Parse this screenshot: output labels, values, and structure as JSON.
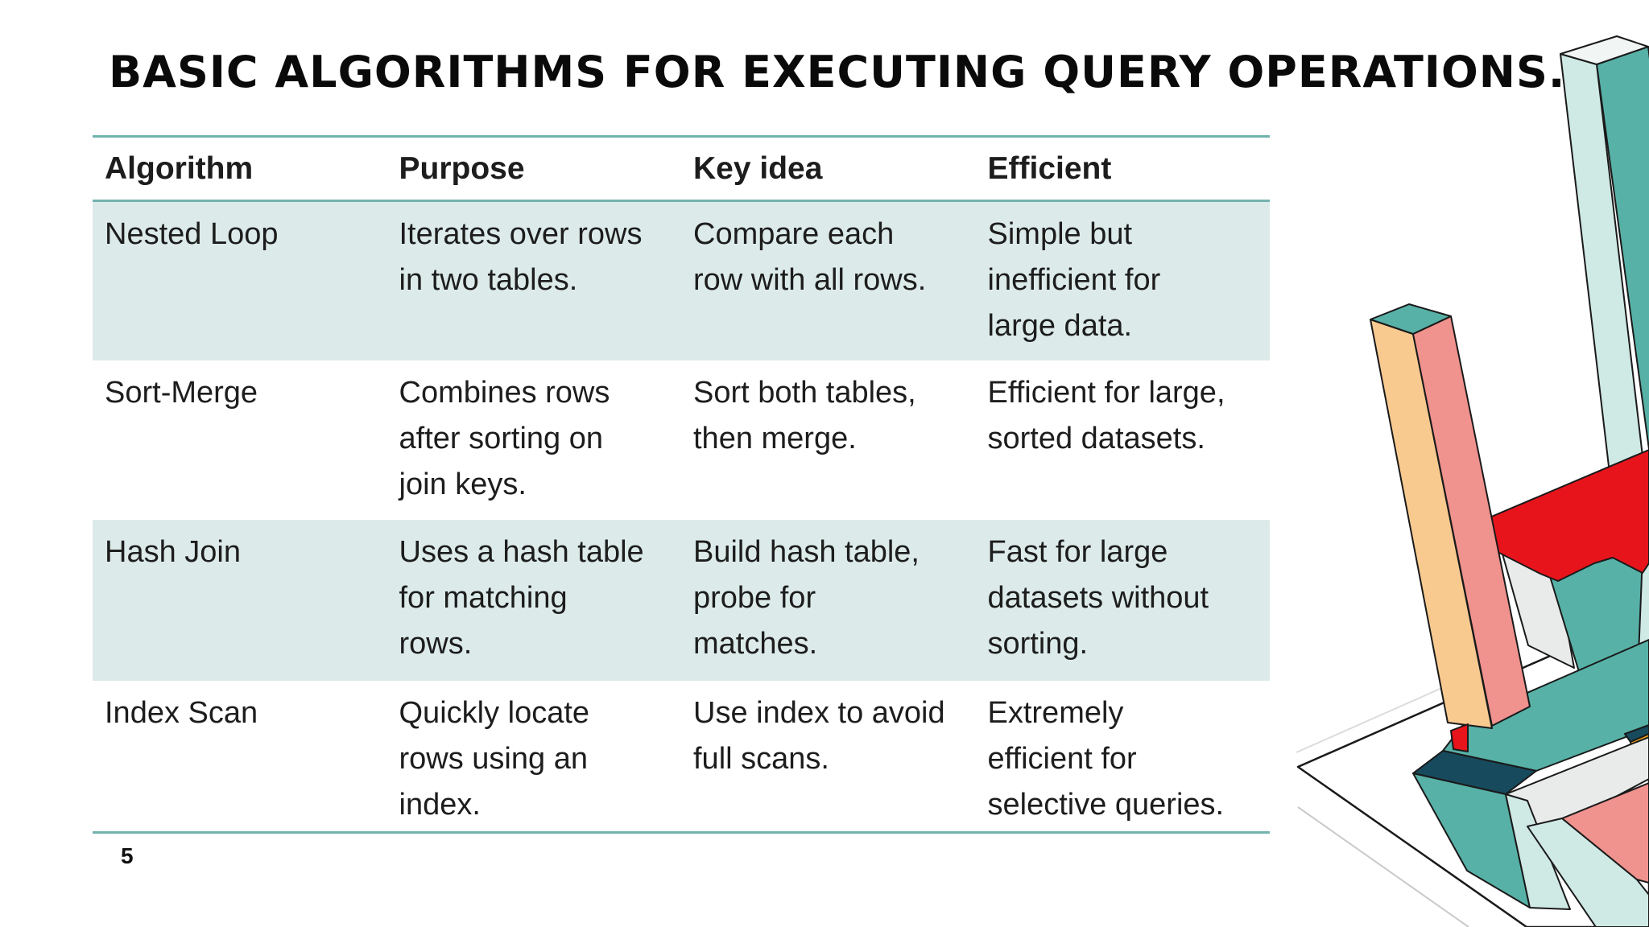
{
  "slide": {
    "title": "BASIC ALGORITHMS FOR EXECUTING QUERY OPERATIONS...",
    "page_number": "5"
  },
  "theme": {
    "accent_teal": "#73b3ae",
    "row_tint": "#dcebe9",
    "text_color": "#1d1d1d",
    "title_color": "#0a0a0a",
    "background": "#ffffff"
  },
  "table": {
    "headers": [
      "Algorithm",
      "Purpose",
      "Key idea",
      "Efficient"
    ],
    "rows": [
      {
        "cells": [
          "Nested Loop",
          "Iterates over rows\nin two tables.",
          "Compare each\nrow with all rows.",
          "Simple but\ninefficient for\nlarge data."
        ]
      },
      {
        "cells": [
          "Sort-Merge",
          "Combines rows\nafter sorting on\njoin keys.",
          "Sort both tables,\nthen merge.",
          "Efficient for large,\nsorted datasets."
        ]
      },
      {
        "cells": [
          "Hash Join",
          "Uses a hash table\nfor matching\nrows.",
          "Build hash table,\nprobe for\nmatches.",
          "Fast for large\ndatasets without\nsorting."
        ]
      },
      {
        "cells": [
          "Index Scan",
          "Quickly locate\nrows using an\nindex.",
          "Use index to avoid\nfull scans.",
          "Extremely\nefficient for\nselective queries."
        ]
      }
    ]
  },
  "illustration": {
    "description": "isometric 3d blocks on white platform",
    "colors": {
      "teal": "#57b1a7",
      "lightTeal": "#cfe9e4",
      "paleTop": "#f1f5f3",
      "navy": "#174a5c",
      "red": "#e8141c",
      "salmon": "#f0928e",
      "peach": "#f8ca90",
      "gray": "#e9ebea",
      "orange": "#f3a81f",
      "outline": "#1a1a1a"
    }
  }
}
